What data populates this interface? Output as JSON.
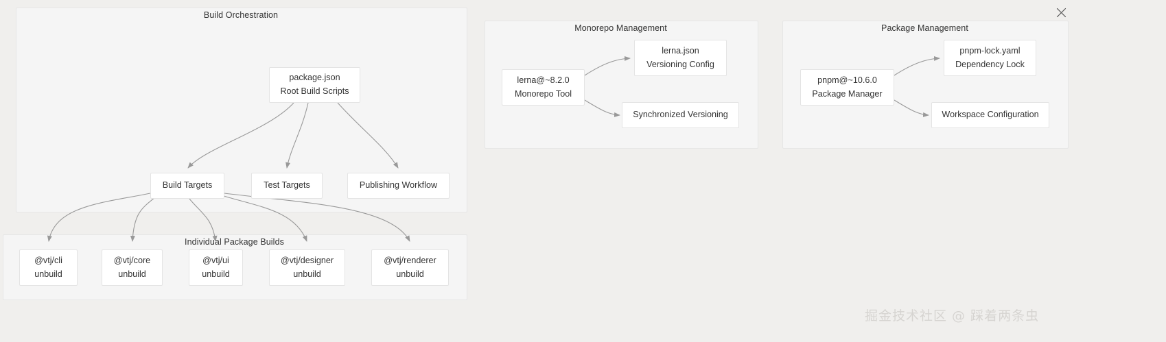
{
  "window": {
    "close_label": "✕",
    "background": "#f0efed"
  },
  "watermark": {
    "text": "掘金技术社区 @ 踩着两条虫"
  },
  "theme": {
    "cluster_bg": "#f5f5f5",
    "cluster_border": "#e6e6e6",
    "node_bg": "#ffffff",
    "node_border": "#e4e4e4",
    "edge_color": "#999999",
    "text_color": "#333333"
  },
  "clusters": [
    {
      "id": "build-orchestration",
      "title": "Build Orchestration"
    },
    {
      "id": "individual-package-builds",
      "title": "Individual Package Builds"
    },
    {
      "id": "monorepo-management",
      "title": "Monorepo Management"
    },
    {
      "id": "package-management",
      "title": "Package Management"
    }
  ],
  "nodes": {
    "package_json": {
      "line1": "package.json",
      "line2": "Root Build Scripts"
    },
    "build_targets": {
      "line1": "Build Targets",
      "line2": ""
    },
    "test_targets": {
      "line1": "Test Targets",
      "line2": ""
    },
    "publishing_workflow": {
      "line1": "Publishing Workflow",
      "line2": ""
    },
    "vtj_cli": {
      "line1": "@vtj/cli",
      "line2": "unbuild"
    },
    "vtj_core": {
      "line1": "@vtj/core",
      "line2": "unbuild"
    },
    "vtj_ui": {
      "line1": "@vtj/ui",
      "line2": "unbuild"
    },
    "vtj_designer": {
      "line1": "@vtj/designer",
      "line2": "unbuild"
    },
    "vtj_renderer": {
      "line1": "@vtj/renderer",
      "line2": "unbuild"
    },
    "lerna_tool": {
      "line1": "lerna@~8.2.0",
      "line2": "Monorepo Tool"
    },
    "lerna_json": {
      "line1": "lerna.json",
      "line2": "Versioning Config"
    },
    "synchronized_versioning": {
      "line1": "Synchronized Versioning",
      "line2": ""
    },
    "pnpm_tool": {
      "line1": "pnpm@~10.6.0",
      "line2": "Package Manager"
    },
    "pnpm_lock": {
      "line1": "pnpm-lock.yaml",
      "line2": "Dependency Lock"
    },
    "workspace_configuration": {
      "line1": "Workspace Configuration",
      "line2": ""
    }
  },
  "edges": [
    {
      "from": "package.json",
      "to": "Build Targets"
    },
    {
      "from": "package.json",
      "to": "Test Targets"
    },
    {
      "from": "package.json",
      "to": "Publishing Workflow"
    },
    {
      "from": "Build Targets",
      "to": "@vtj/cli"
    },
    {
      "from": "Build Targets",
      "to": "@vtj/core"
    },
    {
      "from": "Build Targets",
      "to": "@vtj/ui"
    },
    {
      "from": "Build Targets",
      "to": "@vtj/designer"
    },
    {
      "from": "Build Targets",
      "to": "@vtj/renderer"
    },
    {
      "from": "lerna@~8.2.0",
      "to": "lerna.json"
    },
    {
      "from": "lerna@~8.2.0",
      "to": "Synchronized Versioning"
    },
    {
      "from": "pnpm@~10.6.0",
      "to": "pnpm-lock.yaml"
    },
    {
      "from": "pnpm@~10.6.0",
      "to": "Workspace Configuration"
    }
  ]
}
